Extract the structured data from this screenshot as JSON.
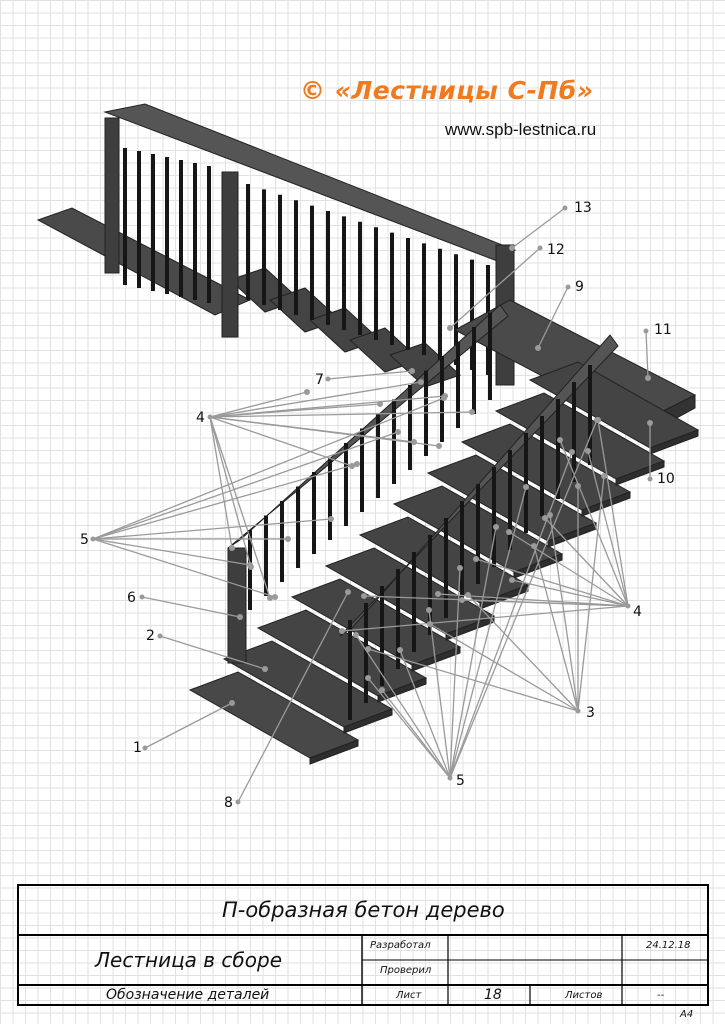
{
  "header": {
    "brand": "© «Лестницы С-Пб»",
    "website": "www.spb-lestnica.ru"
  },
  "callouts": [
    "13",
    "12",
    "9",
    "11",
    "7",
    "4",
    "10",
    "5",
    "6",
    "2",
    "4",
    "3",
    "1",
    "8",
    "5"
  ],
  "title_block": {
    "title": "П-образная бетон дерево",
    "name": "Лестница в сборе",
    "subtitle": "Обозначение деталей",
    "developed_label": "Разработал",
    "checked_label": "Проверил",
    "sheet_label": "Лист",
    "sheet_number": "18",
    "sheets_label": "Листов",
    "sheets_value": "--",
    "date": "24.12.18",
    "format": "А4"
  },
  "colors": {
    "accent": "#f07a1e",
    "wood": "#4a4a4a",
    "wood_dark": "#2e2e2e",
    "baluster": "#161616",
    "leader": "#9a9a9a"
  }
}
